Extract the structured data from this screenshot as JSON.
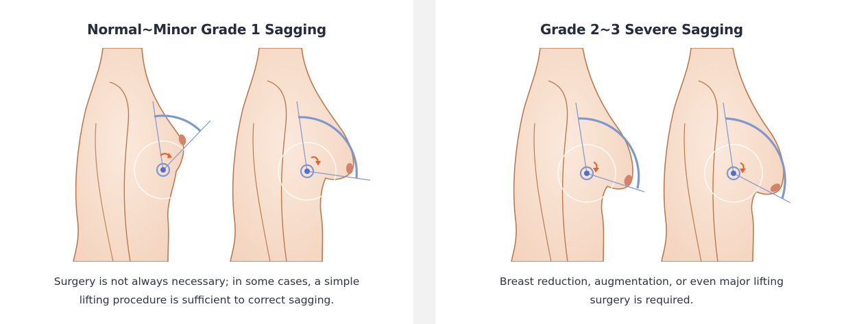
{
  "panels": [
    {
      "title": "Normal~Minor Grade 1 Sagging",
      "caption_line1": "Surgery is not always necessary; in some cases, a simple",
      "caption_line2": "lifting procedure is sufficient to correct sagging.",
      "figures": [
        {
          "label": "grade-1-minimal",
          "icon": "pivot-rotation-arrow"
        },
        {
          "label": "grade-1-moderate",
          "icon": "pivot-rotation-arrow"
        }
      ]
    },
    {
      "title": "Grade 2~3 Severe Sagging",
      "caption_line1": "Breast reduction, augmentation, or even major lifting",
      "caption_line2": "surgery is required.",
      "figures": [
        {
          "label": "grade-2",
          "icon": "pivot-rotation-arrow"
        },
        {
          "label": "grade-3",
          "icon": "pivot-rotation-arrow"
        }
      ]
    }
  ],
  "colors": {
    "skin": "#f6dcca",
    "outline": "#b97a4e",
    "guide_blue": "#7f97cf",
    "pivot_blue": "#4f6fd1",
    "arrow_orange": "#e8622f",
    "nipple": "#d4826a",
    "divider": "#f2f2f2",
    "title_text": "#272d3d"
  }
}
